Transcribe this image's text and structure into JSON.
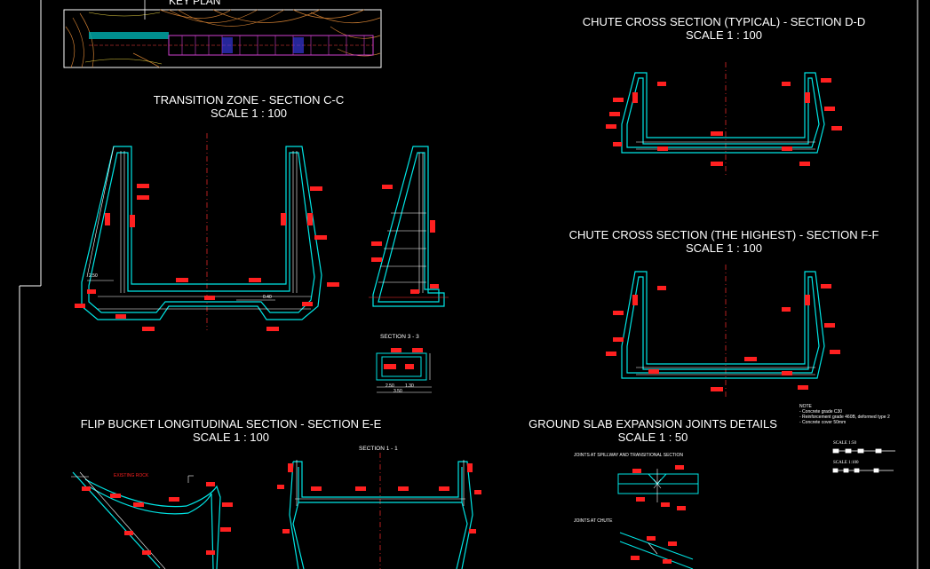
{
  "key_plan": {
    "label": "KEY PLAN"
  },
  "sections": {
    "transition": {
      "title": "TRANSITION ZONE - SECTION C-C",
      "scale": "SCALE     1 : 100"
    },
    "chute_typical": {
      "title": "CHUTE CROSS SECTION (TYPICAL) - SECTION D-D",
      "scale": "SCALE     1 : 100"
    },
    "chute_highest": {
      "title": "CHUTE CROSS SECTION (THE HIGHEST) - SECTION F-F",
      "scale": "SCALE     1 : 100"
    },
    "flip_bucket": {
      "title": "FLIP BUCKET LONGITUDINAL SECTION - SECTION E-E",
      "scale": "SCALE     1 : 100"
    },
    "ground_slab": {
      "title": "GROUND SLAB EXPANSION JOINTS DETAILS",
      "scale": "SCALE     1 : 50"
    }
  },
  "sub_labels": {
    "section_3_3": "SECTION  3 - 3",
    "section_1_1": "SECTION  1 - 1",
    "joints_spillway": "JOINTS AT SPILLWAY AND TRANSITIONAL SECTION",
    "joints_chute": "JOINTS AT CHUTE",
    "existing_rock": "EXISTING ROCK"
  },
  "notes": {
    "heading": "NOTE",
    "items": [
      "- Concrete grade C30",
      "- Reinforcement grade 460B, deformed type 2",
      "- Concrete cover 50mm"
    ]
  },
  "scale_bars": [
    {
      "label": "SCALE  1:50"
    },
    {
      "label": "SCALE  1:100"
    }
  ],
  "dims": {
    "d1": "2.50",
    "d2": "0.40",
    "d3": "2.50",
    "d4": "1.30",
    "d5": "3.50"
  },
  "colors": {
    "background": "#000000",
    "concrete": "#00e5e5",
    "rebar": "#ffffff",
    "tag": "#ff2020",
    "centerline": "#ff3030",
    "keyplan_channel": "#d040d0",
    "terrain": "#d08a3a"
  }
}
